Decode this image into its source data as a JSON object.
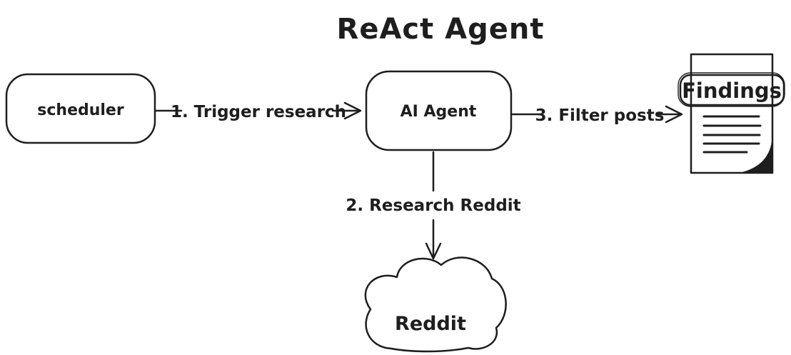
{
  "title": "ReAct Agent",
  "nodes": {
    "scheduler": {
      "label": "scheduler"
    },
    "agent": {
      "label": "AI Agent"
    },
    "findings": {
      "label": "Findings"
    },
    "reddit": {
      "label": "Reddit"
    }
  },
  "edges": [
    {
      "label": "1. Trigger research",
      "from": "scheduler",
      "to": "agent"
    },
    {
      "label": "2. Research Reddit",
      "from": "agent",
      "to": "reddit"
    },
    {
      "label": "3. Filter posts",
      "from": "agent",
      "to": "findings"
    }
  ],
  "icons": {
    "findings": "document-icon",
    "reddit": "cloud-icon"
  },
  "colors": {
    "stroke": "#1e1e1e",
    "scheduler_fill": "#b2f2bb",
    "agent_fill": "#a5d8ff",
    "cloud_fill": "#d2d6db",
    "paper_fill": "#ffffff",
    "background": "#ffffff"
  }
}
